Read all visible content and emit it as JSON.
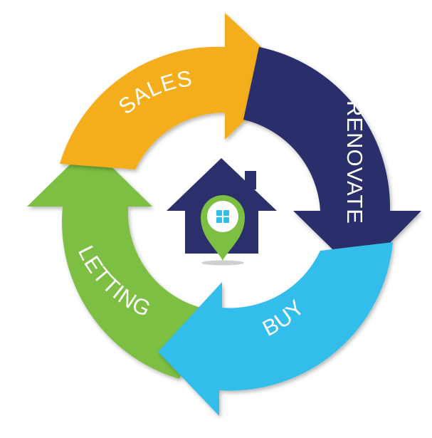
{
  "cycle": {
    "segments": [
      {
        "id": "sales",
        "label": "SALES",
        "color": "#F4AE1A"
      },
      {
        "id": "renovate",
        "label": "RENOVATE",
        "color": "#2B2F6B"
      },
      {
        "id": "buy",
        "label": "BUY",
        "color": "#31BDEB"
      },
      {
        "id": "letting",
        "label": "LETTING",
        "color": "#7CBF42"
      }
    ]
  },
  "center_icon": {
    "name": "house-location-pin-icon",
    "house_color": "#2B2F6B",
    "pin_color": "#7CBF42",
    "window_color": "#31BDEB"
  }
}
